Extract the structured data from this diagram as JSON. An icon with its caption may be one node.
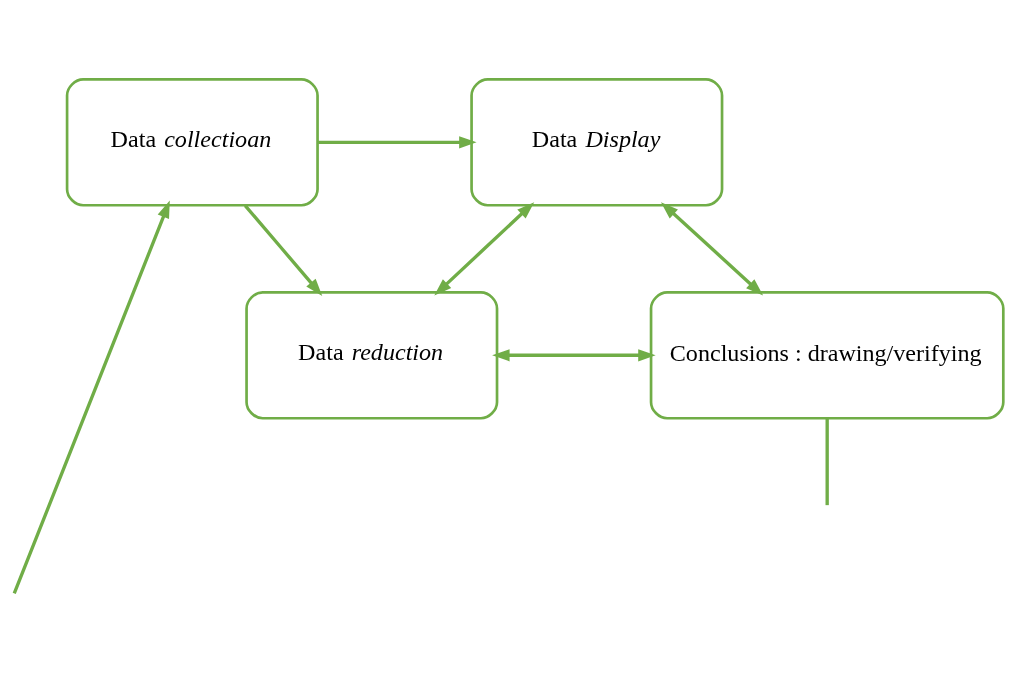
{
  "diagram": {
    "nodes": [
      {
        "text": [
          "Data *collectioan*"
        ]
      },
      {
        "text": [
          "Data *Display*"
        ]
      },
      {
        "text": [
          "Data *reduction*"
        ]
      },
      {
        "text": [
          "Conclusions : drawing/verifying"
        ]
      }
    ],
    "edges": [
      {
        "from": 0,
        "to": 1,
        "arrow": "to"
      },
      {
        "from": 0,
        "to": 2,
        "arrow": "to"
      },
      {
        "from": 1,
        "to": 2,
        "arrow": "both"
      },
      {
        "from": 1,
        "to": 3,
        "arrow": "both"
      },
      {
        "from": 2,
        "to": 3,
        "arrow": "both"
      },
      {
        "from": null,
        "to": 0,
        "arrow": "to"
      },
      {
        "from": 3,
        "to": null,
        "arrow": "none"
      }
    ]
  }
}
